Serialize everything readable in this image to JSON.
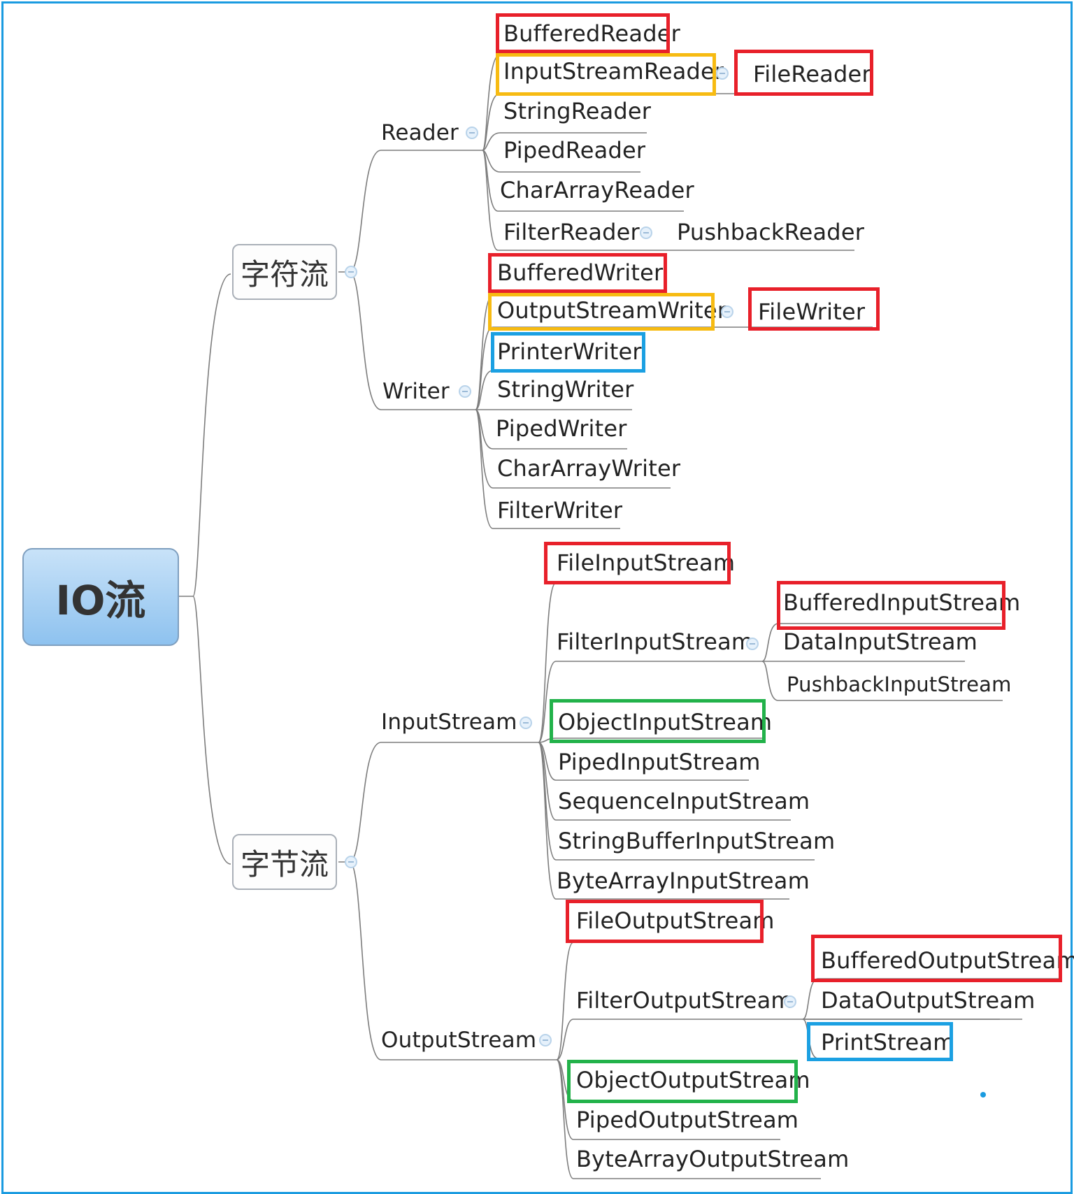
{
  "root": "IO流",
  "categories": {
    "char": "字符流",
    "byte": "字节流"
  },
  "branches": {
    "reader": "Reader",
    "writer": "Writer",
    "inputstream": "InputStream",
    "outputstream": "OutputStream"
  },
  "reader_children": {
    "buffered": "BufferedReader",
    "inputstreamreader": "InputStreamReader",
    "filereader": "FileReader",
    "string": "StringReader",
    "piped": "PipedReader",
    "chararray": "CharArrayReader",
    "filter": "FilterReader",
    "pushback": "PushbackReader"
  },
  "writer_children": {
    "buffered": "BufferedWriter",
    "outputstreamwriter": "OutputStreamWriter",
    "filewriter": "FileWriter",
    "printer": "PrinterWriter",
    "string": "StringWriter",
    "piped": "PipedWriter",
    "chararray": "CharArrayWriter",
    "filter": "FilterWriter"
  },
  "inputstream_children": {
    "file": "FileInputStream",
    "filter": "FilterInputStream",
    "buffered": "BufferedInputStream",
    "data": "DataInputStream",
    "pushback": "PushbackInputStream",
    "object": "ObjectInputStream",
    "piped": "PipedInputStream",
    "sequence": "SequenceInputStream",
    "stringbuffer": "StringBufferInputStream",
    "bytearray": "ByteArrayInputStream"
  },
  "outputstream_children": {
    "file": "FileOutputStream",
    "filter": "FilterOutputStream",
    "buffered": "BufferedOutputStream",
    "data": "DataOutputStream",
    "print": "PrintStream",
    "object": "ObjectOutputStream",
    "piped": "PipedOutputStream",
    "bytearray": "ByteArrayOutputStream"
  },
  "highlight_colors": {
    "red": "#e8202a",
    "orange": "#f7bb12",
    "blue": "#1ba0e2",
    "green": "#22b24a",
    "frame": "#1a9be0"
  }
}
